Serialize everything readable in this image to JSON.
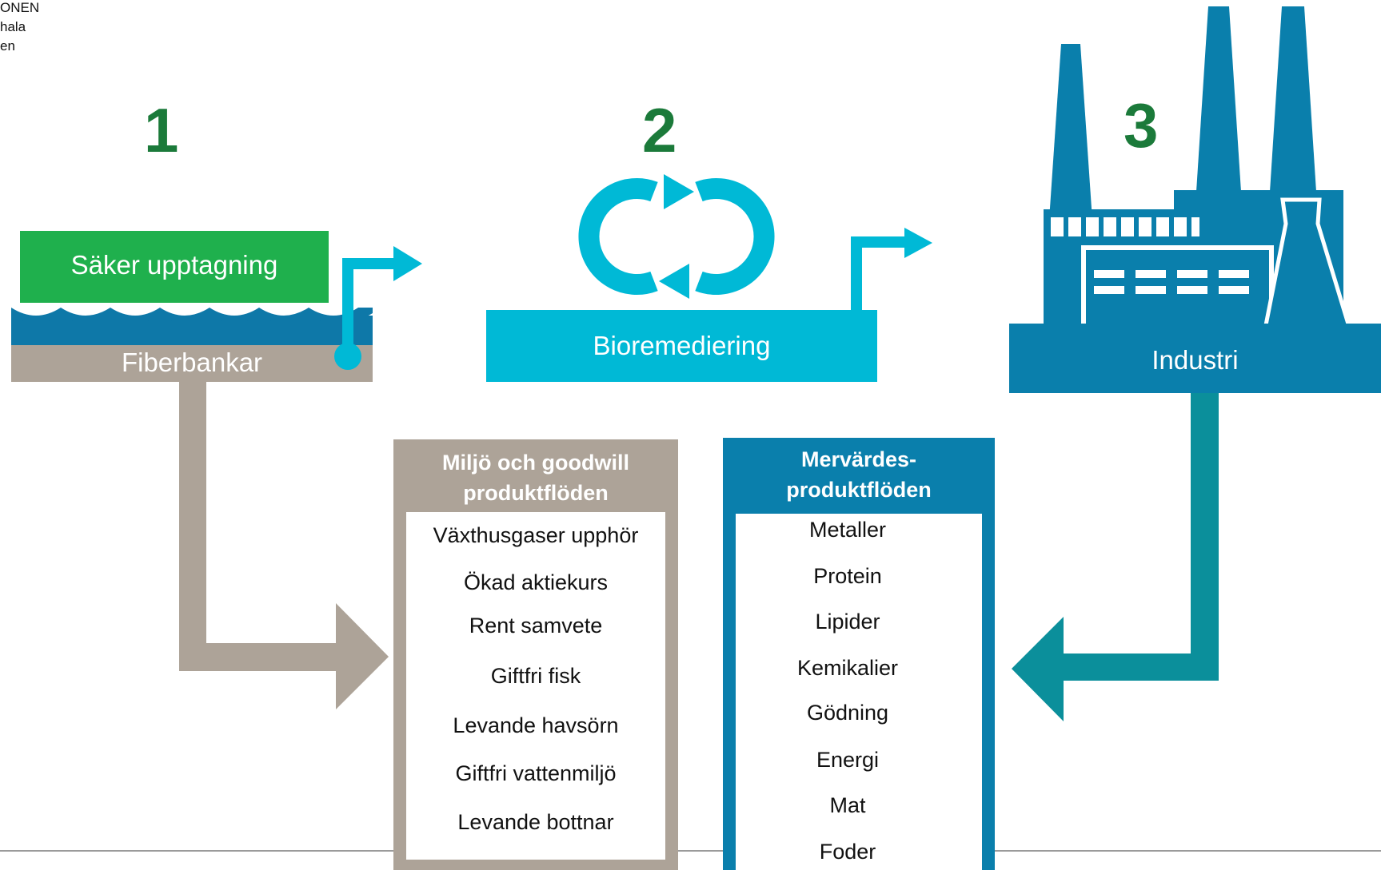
{
  "header": {
    "lines": [
      "ONEN",
      "hala",
      "en"
    ]
  },
  "stages": [
    {
      "number": "1",
      "top_label": "Säker upptagning",
      "bottom_label": "Fiberbankar"
    },
    {
      "number": "2",
      "label": "Bioremediering"
    },
    {
      "number": "3",
      "label": "Industri"
    }
  ],
  "left_list": {
    "title_line1": "Miljö och goodwill",
    "title_line2": "produktflöden",
    "items": [
      "Växthusgaser upphör",
      "Ökad aktiekurs",
      "Rent samvete",
      "Giftfri fisk",
      "Levande havsörn",
      "Giftfri vattenmiljö",
      "Levande bottnar"
    ]
  },
  "right_list": {
    "title_line1": "Mervärdes-",
    "title_line2": "produktflöden",
    "items": [
      "Metaller",
      "Protein",
      "Lipider",
      "Kemikalier",
      "Gödning",
      "Energi",
      "Mat",
      "Foder"
    ]
  },
  "colors": {
    "green_box": "#1fb04d",
    "number_green": "#1b7a3a",
    "water_blue": "#0e78a8",
    "cyan": "#00b9d6",
    "industry_blue": "#0a7fac",
    "taupe": "#ada398",
    "teal_arrow": "#0b8f9b"
  }
}
